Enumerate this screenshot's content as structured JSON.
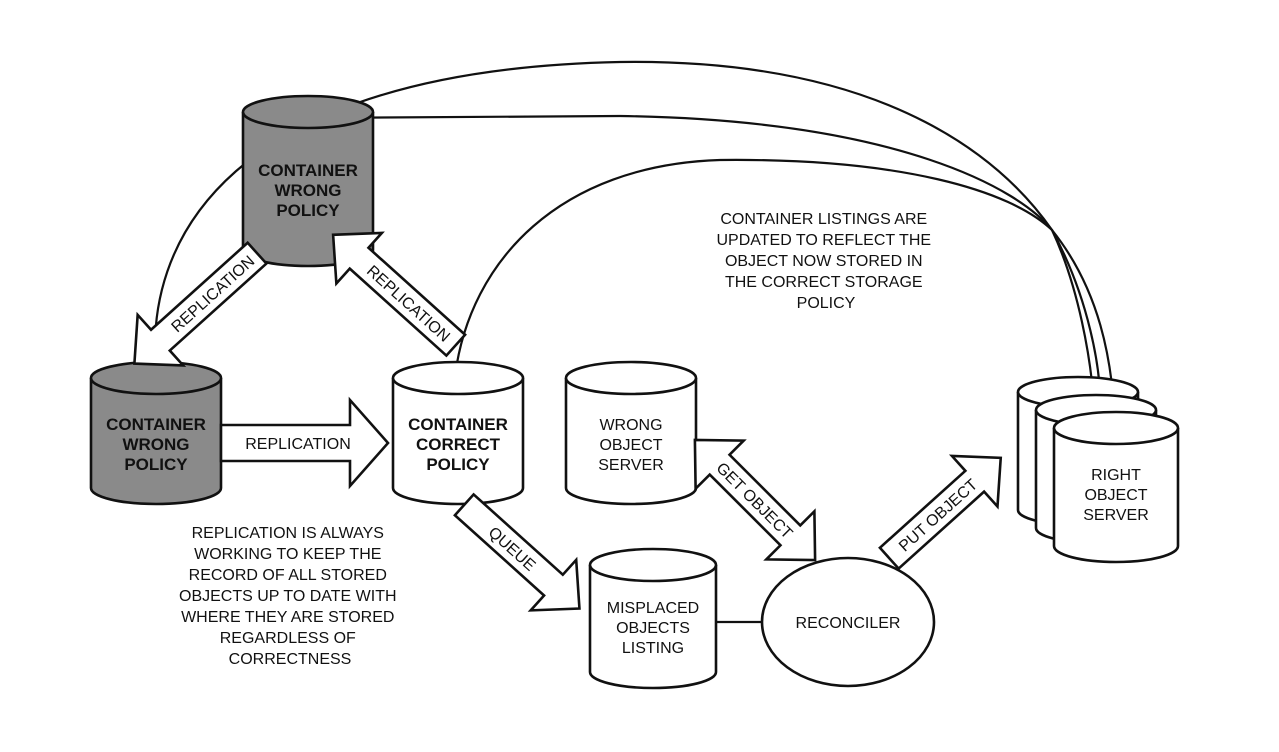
{
  "diagram": {
    "nodes": {
      "container_wrong_top": {
        "lines": [
          "CONTAINER",
          "WRONG",
          "POLICY"
        ],
        "fill": "#8a8a8a"
      },
      "container_wrong_left": {
        "lines": [
          "CONTAINER",
          "WRONG",
          "POLICY"
        ],
        "fill": "#8a8a8a"
      },
      "container_correct": {
        "lines": [
          "CONTAINER",
          "CORRECT",
          "POLICY"
        ],
        "fill": "#ffffff"
      },
      "wrong_object_server": {
        "lines": [
          "WRONG",
          "OBJECT",
          "SERVER"
        ],
        "fill": "#ffffff"
      },
      "misplaced_objects_listing": {
        "lines": [
          "MISPLACED",
          "OBJECTS",
          "LISTING"
        ],
        "fill": "#ffffff"
      },
      "reconciler": {
        "label": "RECONCILER",
        "fill": "#ffffff"
      },
      "right_object_server": {
        "lines": [
          "RIGHT",
          "OBJECT",
          "SERVER"
        ],
        "fill": "#ffffff"
      }
    },
    "arrows": {
      "replication_top_to_left": "REPLICATION",
      "replication_correct_to_top": "REPLICATION",
      "replication_left_to_correct": "REPLICATION",
      "queue": "QUEUE",
      "get_object": "GET OBJECT",
      "put_object": "PUT OBJECT"
    },
    "notes": {
      "listings_updated": [
        "CONTAINER LISTINGS ARE",
        "UPDATED TO REFLECT THE",
        "OBJECT NOW STORED IN",
        "THE CORRECT STORAGE",
        "POLICY"
      ],
      "replication_note": [
        "REPLICATION IS ALWAYS",
        "WORKING TO KEEP THE",
        "RECORD OF ALL STORED",
        "OBJECTS UP TO DATE WITH",
        "WHERE THEY ARE STORED",
        "REGARDLESS OF",
        "CORRECTNESS"
      ]
    }
  }
}
